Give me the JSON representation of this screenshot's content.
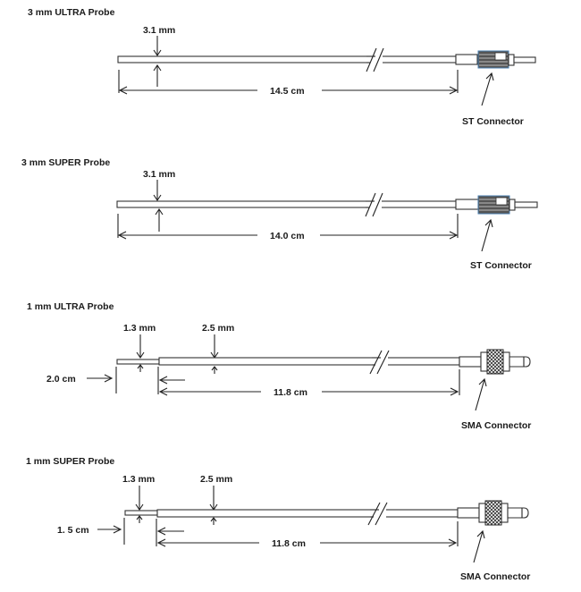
{
  "probes": [
    {
      "title": "3 mm ULTRA Probe",
      "diameter_label": "3.1 mm",
      "length_label": "14.5 cm",
      "connector_label": "ST Connector",
      "connector_type": "ST"
    },
    {
      "title": "3 mm SUPER Probe",
      "diameter_label": "3.1 mm",
      "length_label": "14.0 cm",
      "connector_label": "ST Connector",
      "connector_type": "ST"
    },
    {
      "title": "1 mm ULTRA Probe",
      "tip_diameter_label": "1.3 mm",
      "shaft_diameter_label": "2.5 mm",
      "tip_length_label": "2.0 cm",
      "length_label": "11.8 cm",
      "connector_label": "SMA Connector",
      "connector_type": "SMA"
    },
    {
      "title": "1 mm SUPER Probe",
      "tip_diameter_label": "1.3 mm",
      "shaft_diameter_label": "2.5 mm",
      "tip_length_label": "1. 5 cm",
      "length_label": "11.8 cm",
      "connector_label": "SMA Connector",
      "connector_type": "SMA"
    }
  ],
  "colors": {
    "line": "#222222",
    "connector_outline": "#4a7fb0",
    "connector_fill": "#555555"
  }
}
